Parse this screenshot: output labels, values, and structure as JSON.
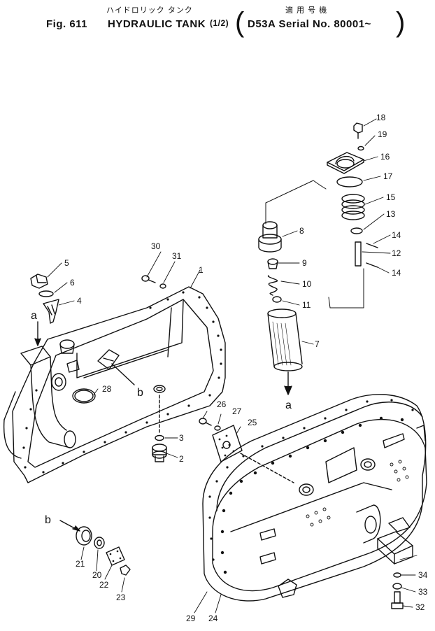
{
  "header": {
    "jp_title": "ハイドロリック タンク",
    "jp_serial_label": "適 用 号 機",
    "fig": "Fig. 611",
    "title": "HYDRAULIC TANK",
    "fraction": "(1/2)",
    "serial": "D53A Serial No. 80001~"
  },
  "callouts": [
    "1",
    "2",
    "3",
    "4",
    "5",
    "6",
    "7",
    "8",
    "9",
    "10",
    "11",
    "12",
    "13",
    "14",
    "14",
    "15",
    "16",
    "17",
    "18",
    "19",
    "20",
    "21",
    "22",
    "23",
    "24",
    "25",
    "26",
    "27",
    "28",
    "29",
    "30",
    "31",
    "32",
    "33",
    "34"
  ],
  "letters": {
    "a1": "a",
    "a2": "a",
    "b1": "b",
    "b2": "b"
  }
}
